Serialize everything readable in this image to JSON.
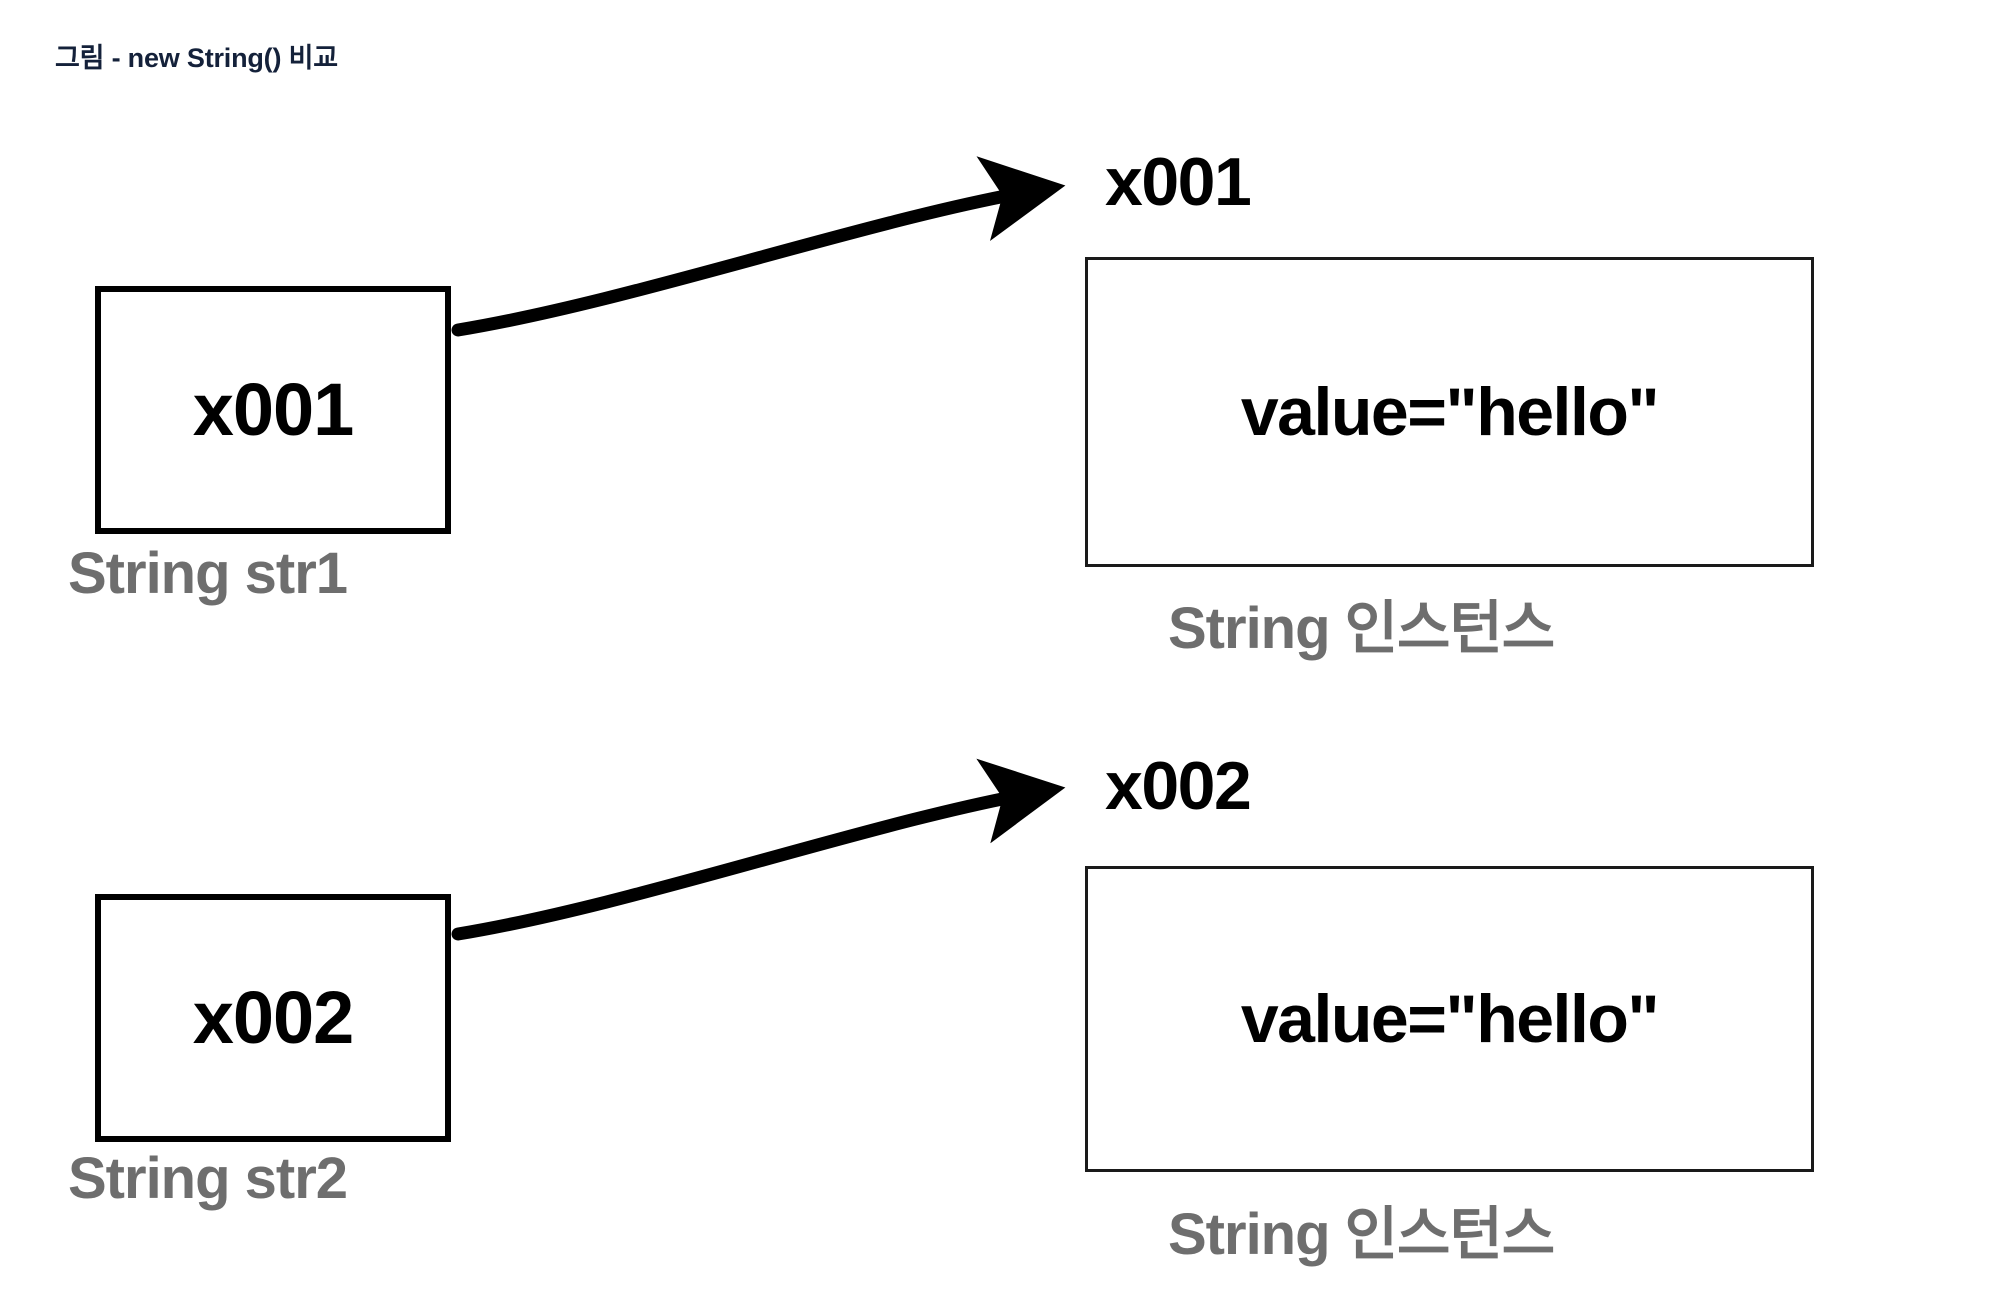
{
  "figure": {
    "title": "그림 - new String() 비교",
    "background_color": "#ffffff",
    "stroke_color": "#000000",
    "caption_color": "#6e6e6e",
    "title_color": "#14213a"
  },
  "pairs": [
    {
      "reference": {
        "value": "x001",
        "caption": "String str1"
      },
      "arrow": {
        "label": "x001",
        "icon": "curved-arrow-right-icon"
      },
      "instance": {
        "value": "value=\"hello\"",
        "caption": "String 인스턴스"
      }
    },
    {
      "reference": {
        "value": "x002",
        "caption": "String str2"
      },
      "arrow": {
        "label": "x002",
        "icon": "curved-arrow-right-icon"
      },
      "instance": {
        "value": "value=\"hello\"",
        "caption": "String 인스턴스"
      }
    }
  ]
}
